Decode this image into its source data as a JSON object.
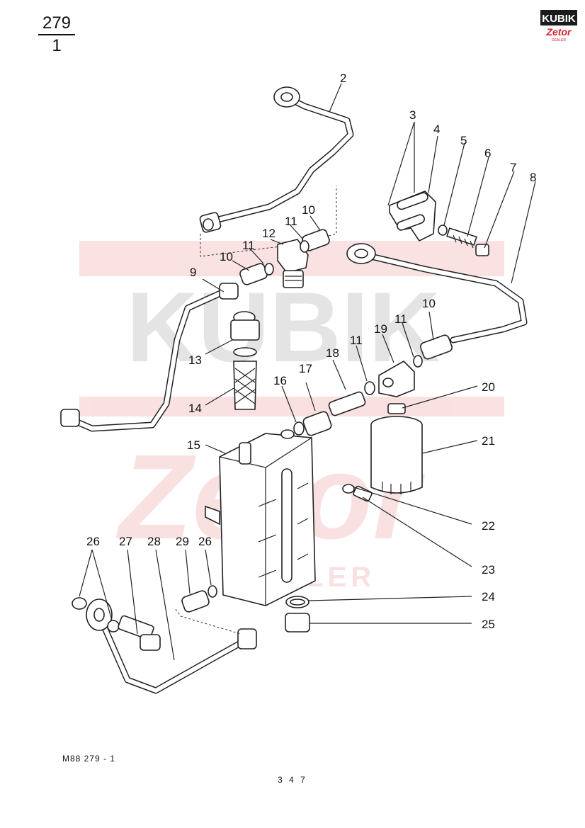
{
  "header": {
    "page_numerator": "279",
    "page_denominator": "1"
  },
  "brand": {
    "logo_top_text": "KUBIK",
    "logo_bottom_text": "Zetor",
    "logo_sub_text": "DEALER",
    "watermark_top_text": "KUBIK",
    "watermark_bottom_text": "Zetor",
    "watermark_sub_text": "DEALER",
    "accent_color": "#d9202a"
  },
  "callouts": [
    "2",
    "3",
    "4",
    "5",
    "6",
    "7",
    "8",
    "10",
    "11",
    "12",
    "10",
    "11",
    "9",
    "13",
    "14",
    "15",
    "16",
    "17",
    "18",
    "11",
    "19",
    "11",
    "10",
    "20",
    "21",
    "22",
    "23",
    "24",
    "25",
    "26",
    "27",
    "28",
    "29",
    "26"
  ],
  "footer": {
    "drawing_code": "M88   279 - 1",
    "page_number": "3 4 7"
  }
}
